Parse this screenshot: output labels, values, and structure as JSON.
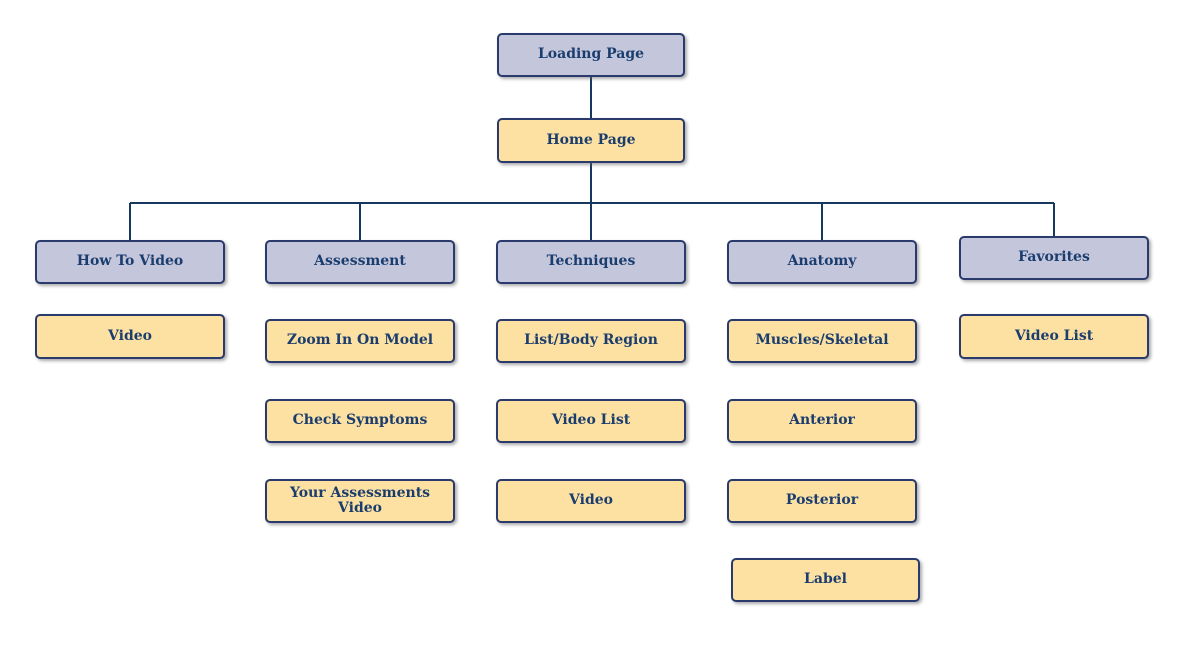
{
  "diagram": {
    "type": "sitemap-flowchart",
    "colors": {
      "primary_fill": "#c4c7dc",
      "secondary_fill": "#fce1a2",
      "border": "#2a3a6c",
      "line": "#16375f",
      "text": "#1b3d6e",
      "background": "#ffffff"
    },
    "root": {
      "label": "Loading Page"
    },
    "home": {
      "label": "Home Page"
    },
    "sections": [
      {
        "label": "How To Video",
        "children": [
          "Video"
        ]
      },
      {
        "label": "Assessment",
        "children": [
          "Zoom In On Model",
          "Check Symptoms",
          "Your Assessments Video"
        ]
      },
      {
        "label": "Techniques",
        "children": [
          "List/Body Region",
          "Video List",
          "Video"
        ]
      },
      {
        "label": "Anatomy",
        "children": [
          "Muscles/Skeletal",
          "Anterior",
          "Posterior",
          "Label"
        ]
      },
      {
        "label": "Favorites",
        "children": [
          "Video List"
        ]
      }
    ]
  }
}
